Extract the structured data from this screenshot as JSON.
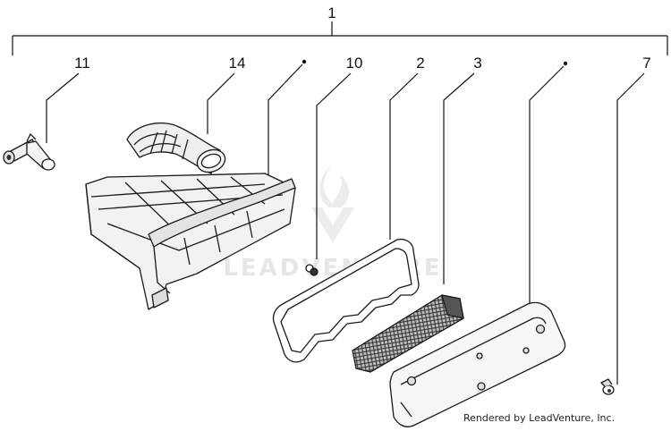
{
  "callouts": {
    "c1": "1",
    "c11": "11",
    "c14": "14",
    "c10": "10",
    "c2": "2",
    "c3": "3",
    "c7": "7"
  },
  "watermark": "LEADVENTURE",
  "credit": "Rendered by LeadVenture, Inc."
}
